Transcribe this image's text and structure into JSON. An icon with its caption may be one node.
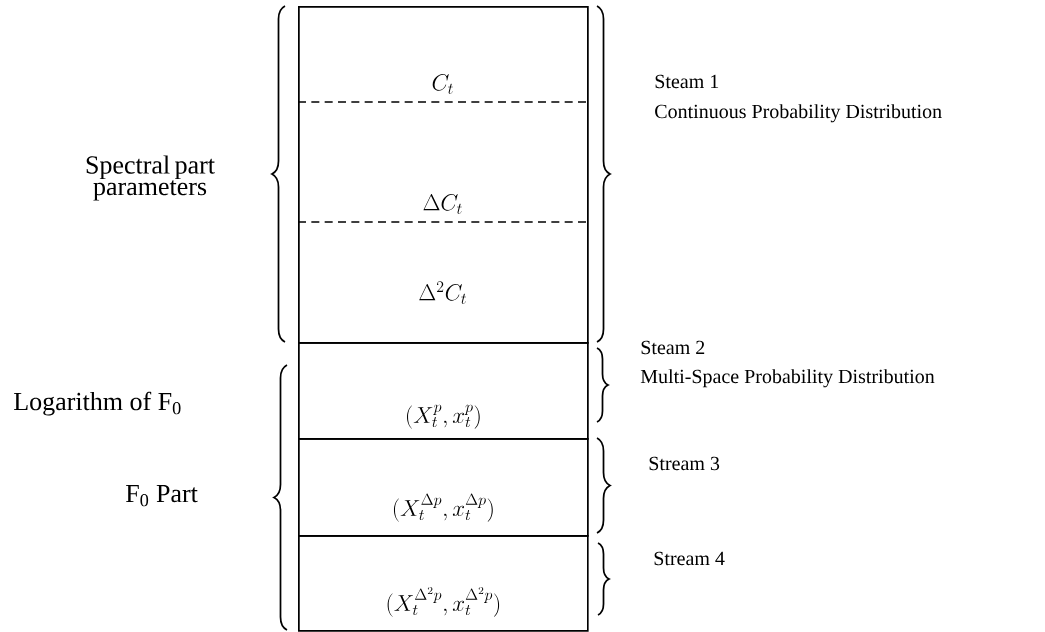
{
  "diagram": {
    "nodes": [
      {
        "text": [],
        "shape": "box"
      },
      {
        "text": [
          "C_t"
        ],
        "in": 0
      },
      {
        "text": [
          "\\Delta C_t"
        ],
        "in": 0
      },
      {
        "text": [
          "\\Delta^2 C_t"
        ],
        "in": 0
      },
      {
        "text": [
          "(X_t^{p}, x_t^{p})"
        ]
      },
      {
        "text": [
          "(X_t^{\\Delta p}, x_t^{\\Delta p})"
        ]
      },
      {
        "text": [
          "(X_t^{\\Delta^2 p}, x_t^{\\Delta^2 p})"
        ]
      }
    ],
    "labels": [
      "Steam 1",
      "Continuous Probability Distribution",
      "Spectral part parameters",
      "Steam 2",
      "Multi-Space Probability Distribution",
      "Logarithm of F$_{0}$",
      "Stream 3",
      "F$_{0}$ Part",
      "Stream 4"
    ]
  }
}
